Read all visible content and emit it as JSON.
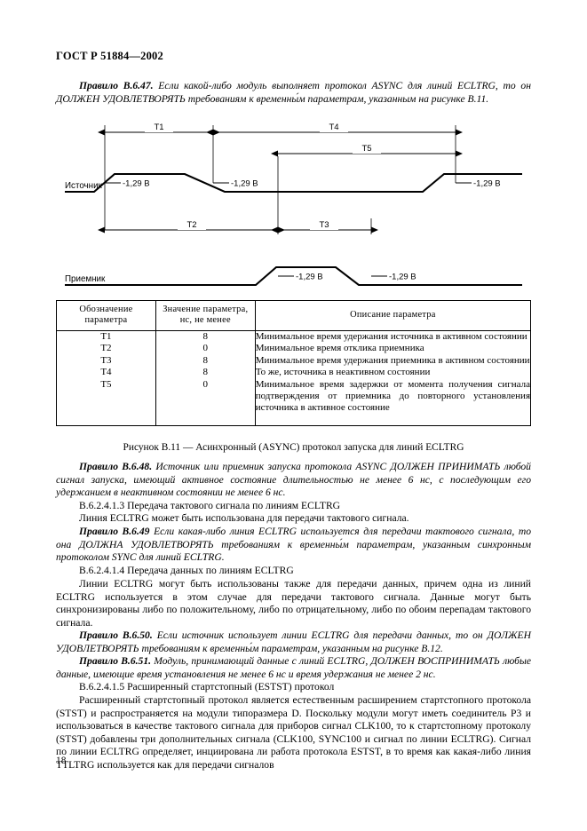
{
  "document": {
    "standard_header": "ГОСТ Р 51884—2002",
    "page_number": "18"
  },
  "figure": {
    "caption": "Рисунок В.11 — Асинхронный (ASYNC) протокол запуска для линий ECLTRG",
    "signal_labels": {
      "source": "Источник",
      "receiver": "Приемник"
    },
    "threshold_labels": [
      "-1,29 В",
      "-1,29 В",
      "-1,29 В",
      "-1,29 В",
      "-1,29 В"
    ],
    "dimension_labels": {
      "t1": "T1",
      "t2": "T2",
      "t3": "T3",
      "t4": "T4",
      "t5": "T5"
    }
  },
  "table": {
    "headers": [
      "Обозначение\nпараметра",
      "Значение  параметра,\nнс, не менее",
      "Описание параметра"
    ],
    "header_col1_line1": "Обозначение",
    "header_col1_line2": "параметра",
    "header_col2_line1": "Значение  параметра,",
    "header_col2_line2": "нс, не менее",
    "header_col3": "Описание параметра",
    "rows": [
      {
        "symbol": "T1",
        "value": "8",
        "description": "Минимальное время удержания источника в активном состоянии"
      },
      {
        "symbol": "T2",
        "value": "0",
        "description": "Минимальное время отклика приемника"
      },
      {
        "symbol": "T3",
        "value": "8",
        "description": "Минимальное время удержания приемника в активном состоянии"
      },
      {
        "symbol": "T4",
        "value": "8",
        "description": "То же, источника в неактивном состоянии"
      },
      {
        "symbol": "T5",
        "value": "0",
        "description": "Минимальное время задержки от момента получения сигнала подтверждения от приемника до повторного установления источника в активное состояние"
      }
    ]
  },
  "body": {
    "rule_6_47_label": "Правило В.6.47.",
    "rule_6_47_text": "Если какой-либо модуль выполняет протокол ASYNC для линий ECLTRG, то он ДОЛЖЕН УДОВЛЕТВОРЯТЬ требованиям к временны́м параметрам, указанным на рисунке В.11.",
    "rule_6_48_label": "Правило В.6.48.",
    "rule_6_48_text": "Источник или приемник запуска протокола ASYNC ДОЛЖЕН ПРИНИМАТЬ любой сигнал запуска, имеющий активное состояние длительностью не менее 6 нс, с последующим его удержанием в неактивном состоянии не менее 6 нс.",
    "clause_3_num": "В.6.2.4.1.3 Передача тактового сигнала по линиям ECLTRG",
    "clause_3_text": "Линия ECLTRG может быть использована для передачи тактового сигнала.",
    "rule_6_49_label": "Правило В.6.49",
    "rule_6_49_text": "Если какая-либо линия ECLTRG используется для передачи тактового сигнала, то она ДОЛЖНА УДОВЛЕТВОРЯТЬ требованиям к временны́м параметрам, указанным синхронным протоколом SYNC для линий ECLTRG.",
    "clause_4_num": "В.6.2.4.1.4 Передача данных по линиям ECLTRG",
    "clause_4_text": "Линии ECLTRG могут быть использованы также для передачи данных, причем одна из линий ECLTRG используется в этом случае для передачи тактового сигнала. Данные могут быть синхронизированы либо по положительному, либо по отрицательному, либо по обоим перепадам тактового сигнала.",
    "rule_6_50_label": "Правило В.6.50.",
    "rule_6_50_text": "Если источник использует линии ECLTRG для передачи данных, то он ДОЛЖЕН УДОВЛЕТВОРЯТЬ требованиям к временны́м параметрам, указанным на рисунке В.12.",
    "rule_6_51_label": "Правило В.6.51.",
    "rule_6_51_text": "Модуль, принимающий данные с линий ECLTRG, ДОЛЖЕН ВОСПРИНИМАТЬ любые данные, имеющие время установления не менее 6 нс и время удержания не менее 2 нс.",
    "clause_5_num": "В.6.2.4.1.5 Расширенный стартстопный (ESTST) протокол",
    "clause_5_text": "Расширенный стартстопный протокол является естественным расширением стартстопного протокола (STST) и распространяется на модули типоразмера D. Поскольку модули могут иметь соединитель Р3 и использоваться в качестве тактового сигнала для приборов сигнал CLK100, то к стартстопному протоколу (STST) добавлены три дополнительных сигнала (CLK100, SYNC100 и сигнал по линии ECLTRG). Сигнал по линии ECLTRG определяет, инциирована ли работа протокола ESTST, в то время как какая-либо линия TTLTRG используется как для передачи сигналов"
  }
}
